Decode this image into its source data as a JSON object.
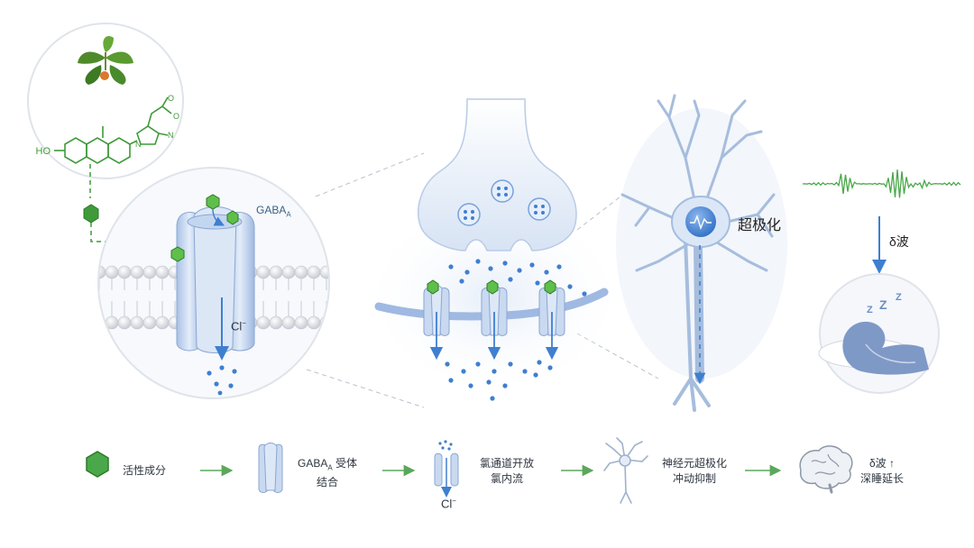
{
  "diagram": {
    "gaba_label": "GABA",
    "gaba_subscript": "A",
    "chloride_label": "Cl",
    "chloride_superscript": "−",
    "hyperpolarization_label": "超极化",
    "delta_wave_label": "δ波",
    "sleep_symbol": "Z"
  },
  "flow": {
    "steps": [
      {
        "line1": "活性成分"
      },
      {
        "line1_prefix": "GABA",
        "line1_sub": "A",
        "line1_suffix": " 受体",
        "line2": "结合"
      },
      {
        "line1": "氯通道开放",
        "line2": "氯内流",
        "ion": "Cl",
        "ion_sup": "−"
      },
      {
        "line1": "神经元超极化",
        "line2": "冲动抑制"
      },
      {
        "line1": "δ波 ↑",
        "line2": "深睡延长"
      }
    ]
  },
  "colors": {
    "receptor_blue": "#c9d9f0",
    "accent_blue": "#3f7fd0",
    "molecule_green": "#3f9a3a",
    "arrow_green": "#5aa85a"
  }
}
